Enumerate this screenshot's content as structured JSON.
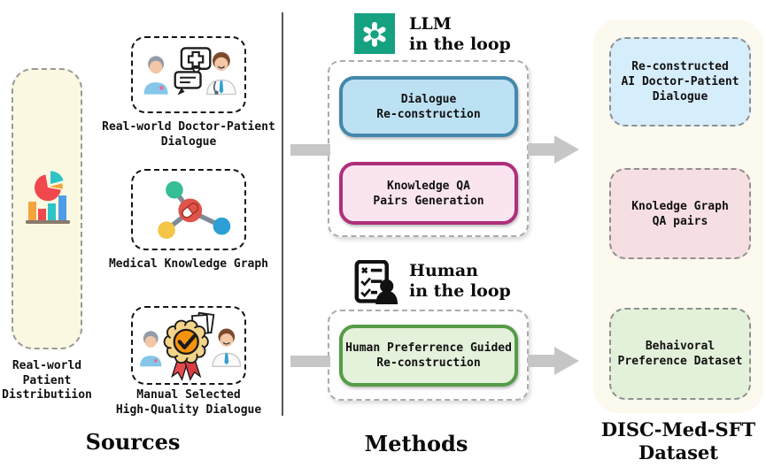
{
  "headings": {
    "sources": "Sources",
    "methods": "Methods",
    "dataset": "DISC-Med-SFT\nDataset"
  },
  "sources": {
    "panel_icon": "patient-distribution-chart",
    "panel_label": "Real-world\nPatient\nDistributiion",
    "items": [
      {
        "icon": "doctor-patient-dialogue",
        "label": "Real-world Doctor-Patient\nDialogue"
      },
      {
        "icon": "medical-knowledge-graph",
        "label": "Medical Knowledge Graph"
      },
      {
        "icon": "quality-badge",
        "label": "Manual Selected\nHigh-Quality Dialogue"
      }
    ]
  },
  "methods": {
    "llm_loop": {
      "icon": "openai-logo",
      "title": "LLM\nin the loop",
      "steps": [
        {
          "label": "Dialogue\nRe-construction",
          "theme": "blue"
        },
        {
          "label": "Knowledge QA\nPairs Generation",
          "theme": "pink"
        }
      ]
    },
    "human_loop": {
      "icon": "human-checklist",
      "title": "Human\nin the loop",
      "steps": [
        {
          "label": "Human Preferrence Guided\nRe-construction",
          "theme": "green"
        }
      ]
    }
  },
  "outputs": {
    "items": [
      {
        "label": "Re-constructed\nAI Doctor-Patient\nDialogue",
        "theme": "blue"
      },
      {
        "label": "Knoledge Graph\nQA pairs",
        "theme": "pink"
      },
      {
        "label": "Behaivoral\nPreference Dataset",
        "theme": "green"
      }
    ]
  },
  "colors": {
    "openai_green": "#16A180",
    "arrow_gray": "#C6C6C6",
    "blue_step_fill": "#BCE1F3",
    "blue_step_border": "#4487AC",
    "pink_step_fill": "#FAE4F0",
    "pink_step_border": "#AE2F7C",
    "green_step_fill": "#E4F1DB",
    "green_step_border": "#569B48",
    "source_panel_fill": "#FAF8E1",
    "output_panel_fill": "#FCF9EF",
    "output_blue_fill": "#D6EDFB",
    "output_pink_fill": "#F6DFE3",
    "output_green_fill": "#E4F1DA"
  }
}
